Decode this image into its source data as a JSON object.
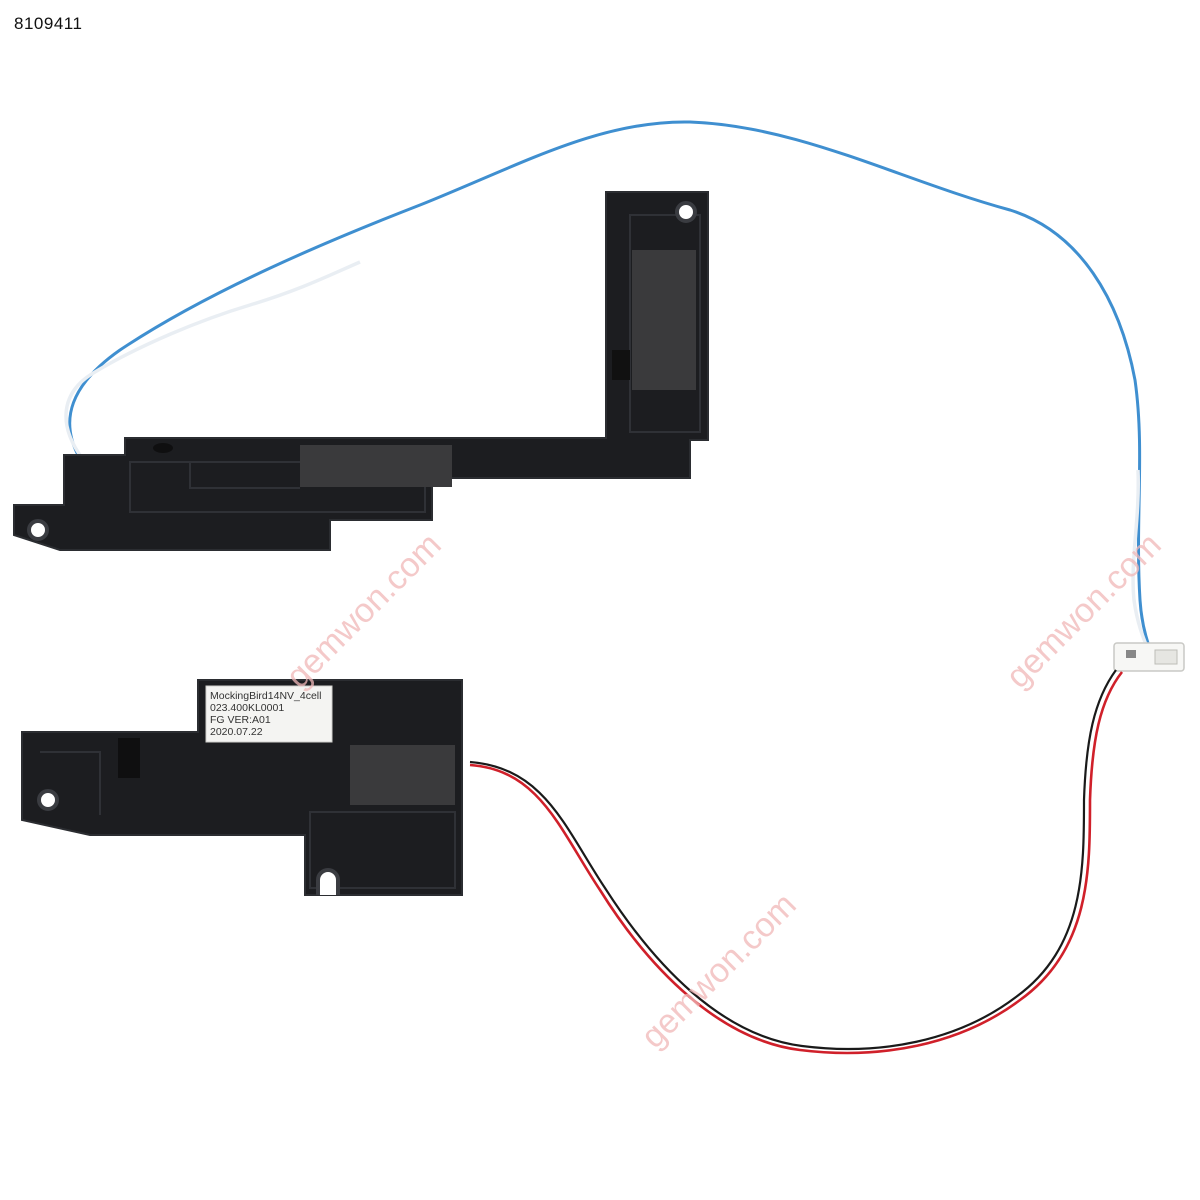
{
  "product": {
    "sku": "8109411"
  },
  "label": {
    "line1": "MockingBird14NV_4cell",
    "line2": "023.400KL0001",
    "line3": "FG  VER:A01",
    "line4": "2020.07.22"
  },
  "watermark": {
    "text": "gemwon.com"
  },
  "colors": {
    "speaker_body": "#1c1d20",
    "speaker_edge": "#2b2d31",
    "foam": "#3a3a3c",
    "wire_blue": "#3f8fd0",
    "wire_white": "#e9eef3",
    "wire_red": "#d0202a",
    "wire_black": "#1a1a1a",
    "watermark": "#f1b8b8"
  }
}
